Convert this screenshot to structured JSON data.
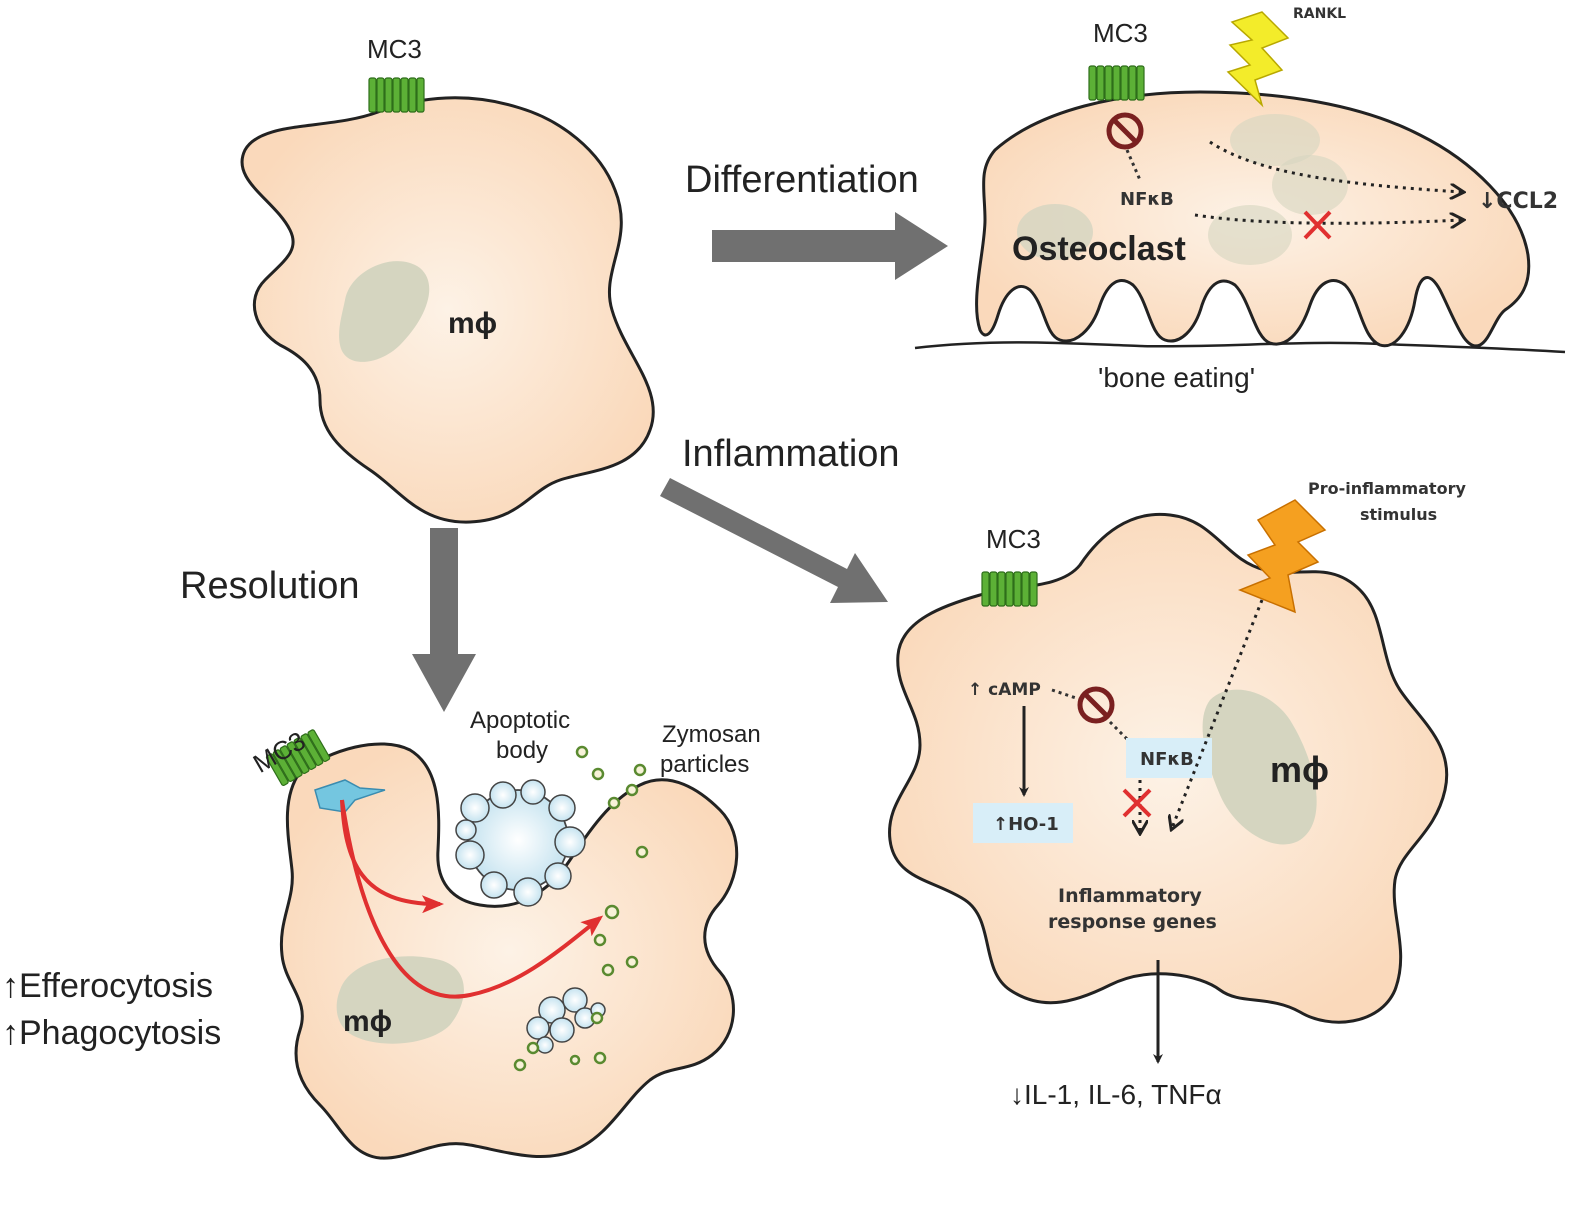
{
  "colors": {
    "cell_fill": "#fad9bb",
    "cell_center": "#fdf2e6",
    "nucleus": "#d5d5c0",
    "receptor": "#5cb036",
    "arrow_gray": "#707070",
    "red": "#e03030",
    "differentiation_text": "#cf6fbf",
    "inflammation_text": "#e05050",
    "resolution_text": "#5a73b0",
    "rankl_bolt": "#f3ec2a",
    "stimulus_bolt": "#f5a020",
    "highlight_box": "#d8eef8"
  },
  "labels": {
    "mc3": "MC3",
    "m_phi": "mϕ",
    "differentiation": "Differentiation",
    "inflammation": "Inflammation",
    "resolution": "Resolution",
    "rankl": "RANKL",
    "nfkb": "NFκB",
    "ccl2": "↓CCL2",
    "osteoclast": "Osteoclast",
    "bone_eating": "'bone eating'",
    "pro_inflammatory_line1": "Pro-inflammatory",
    "pro_inflammatory_line2": "stimulus",
    "camp": "↑ cAMP",
    "ho1": "↑HO-1",
    "inflammatory_genes_line1": "Inflammatory",
    "inflammatory_genes_line2": "response genes",
    "cytokines": "↓IL-1, IL-6, TNFα",
    "apoptotic_line1": "Apoptotic",
    "apoptotic_line2": "body",
    "zymosan_line1": "Zymosan",
    "zymosan_line2": "particles",
    "efferocytosis": "↑Efferocytosis",
    "phagocytosis": "↑Phagocytosis"
  }
}
